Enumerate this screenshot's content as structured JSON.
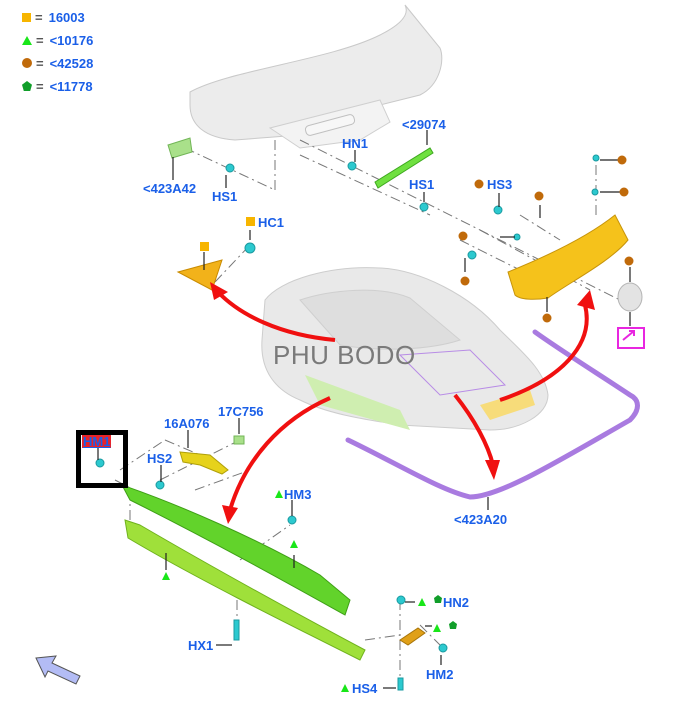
{
  "legend": [
    {
      "symbol": "orange-square",
      "color": "#f7b500",
      "value": "16003"
    },
    {
      "symbol": "green-triangle",
      "color": "#19e619",
      "value": "<10176"
    },
    {
      "symbol": "brown-circle",
      "color": "#c06a0a",
      "value": "<42528"
    },
    {
      "symbol": "green-pentagon",
      "color": "#119e2a",
      "value": "<11778"
    }
  ],
  "watermark": "PHU BODO",
  "callouts": {
    "c423A42": "<423A42",
    "hs1_left": "HS1",
    "hn1": "HN1",
    "c29074": "<29074",
    "hs1_right": "HS1",
    "hc1": "HC1",
    "hs3": "HS3",
    "hm1": "HM1",
    "c16A076": "16A076",
    "c17C756": "17C756",
    "hs2": "HS2",
    "hm3": "HM3",
    "c423A20": "<423A20",
    "hx1": "HX1",
    "hn2": "HN2",
    "hm2": "HM2",
    "hs4": "HS4"
  },
  "colors": {
    "label_blue": "#1a5fe8",
    "arrow_red": "#f01010",
    "trim_purple": "#a97be0",
    "rocker_green": "#62d32b",
    "rocker_lightgreen": "#9fe03a",
    "fascia_yellow": "#f5c21b",
    "fastener_cyan": "#2cc9cf",
    "highlight_magenta": "#e826e0",
    "nav_arrow": "#b3bcf5"
  },
  "nav": {
    "back_arrow": "navigate-back-arrow"
  }
}
